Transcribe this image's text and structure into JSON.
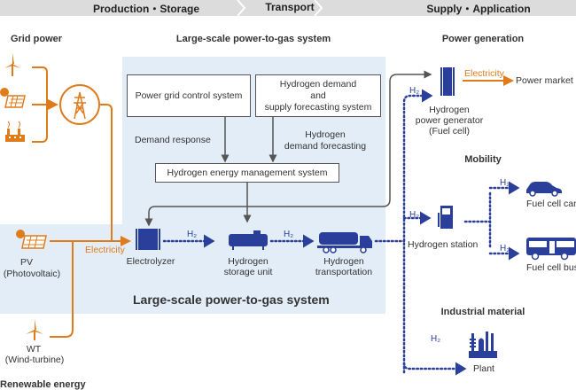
{
  "header": {
    "stages": [
      {
        "label": "Production・Storage"
      },
      {
        "label": "Transport"
      },
      {
        "label": "Supply・Application"
      }
    ]
  },
  "left": {
    "grid_power_title": "Grid power",
    "renewable_title": "Renewable energy",
    "pv_label": "PV",
    "pv_sub": "(Photovoltaic)",
    "wt_label": "WT",
    "wt_sub": "(Wind-turbine)",
    "electricity_label": "Electricity"
  },
  "p2g": {
    "title_top": "Large-scale power-to-gas system",
    "title_bottom": "Large-scale power-to-gas system",
    "power_grid_control": "Power grid control system",
    "h2_forecast_line1": "Hydrogen demand",
    "h2_forecast_line2": "and",
    "h2_forecast_line3": "supply forecasting system",
    "demand_response": "Demand response",
    "h2_demand_forecasting_line1": "Hydrogen",
    "h2_demand_forecasting_line2": "demand forecasting",
    "hems": "Hydrogen energy management system",
    "electrolyzer": "Electrolyzer",
    "storage_line1": "Hydrogen",
    "storage_line2": "storage unit",
    "transport_line1": "Hydrogen",
    "transport_line2": "transportation",
    "h2": "H₂"
  },
  "supply": {
    "power_generation_title": "Power generation",
    "generator_line1": "Hydrogen",
    "generator_line2": "power generator",
    "generator_line3": "(Fuel cell)",
    "electricity_label": "Electricity",
    "power_market": "Power market",
    "mobility_title": "Mobility",
    "hydrogen_station": "Hydrogen station",
    "fuel_cell_car": "Fuel cell car",
    "fuel_cell_bus": "Fuel cell bus",
    "industrial_title": "Industrial material",
    "plant": "Plant",
    "h2": "H₂"
  },
  "colors": {
    "orange": "#e07b1a",
    "navy": "#2a3f9a",
    "panel": "#e3edf7",
    "header": "#dcdcdc"
  }
}
